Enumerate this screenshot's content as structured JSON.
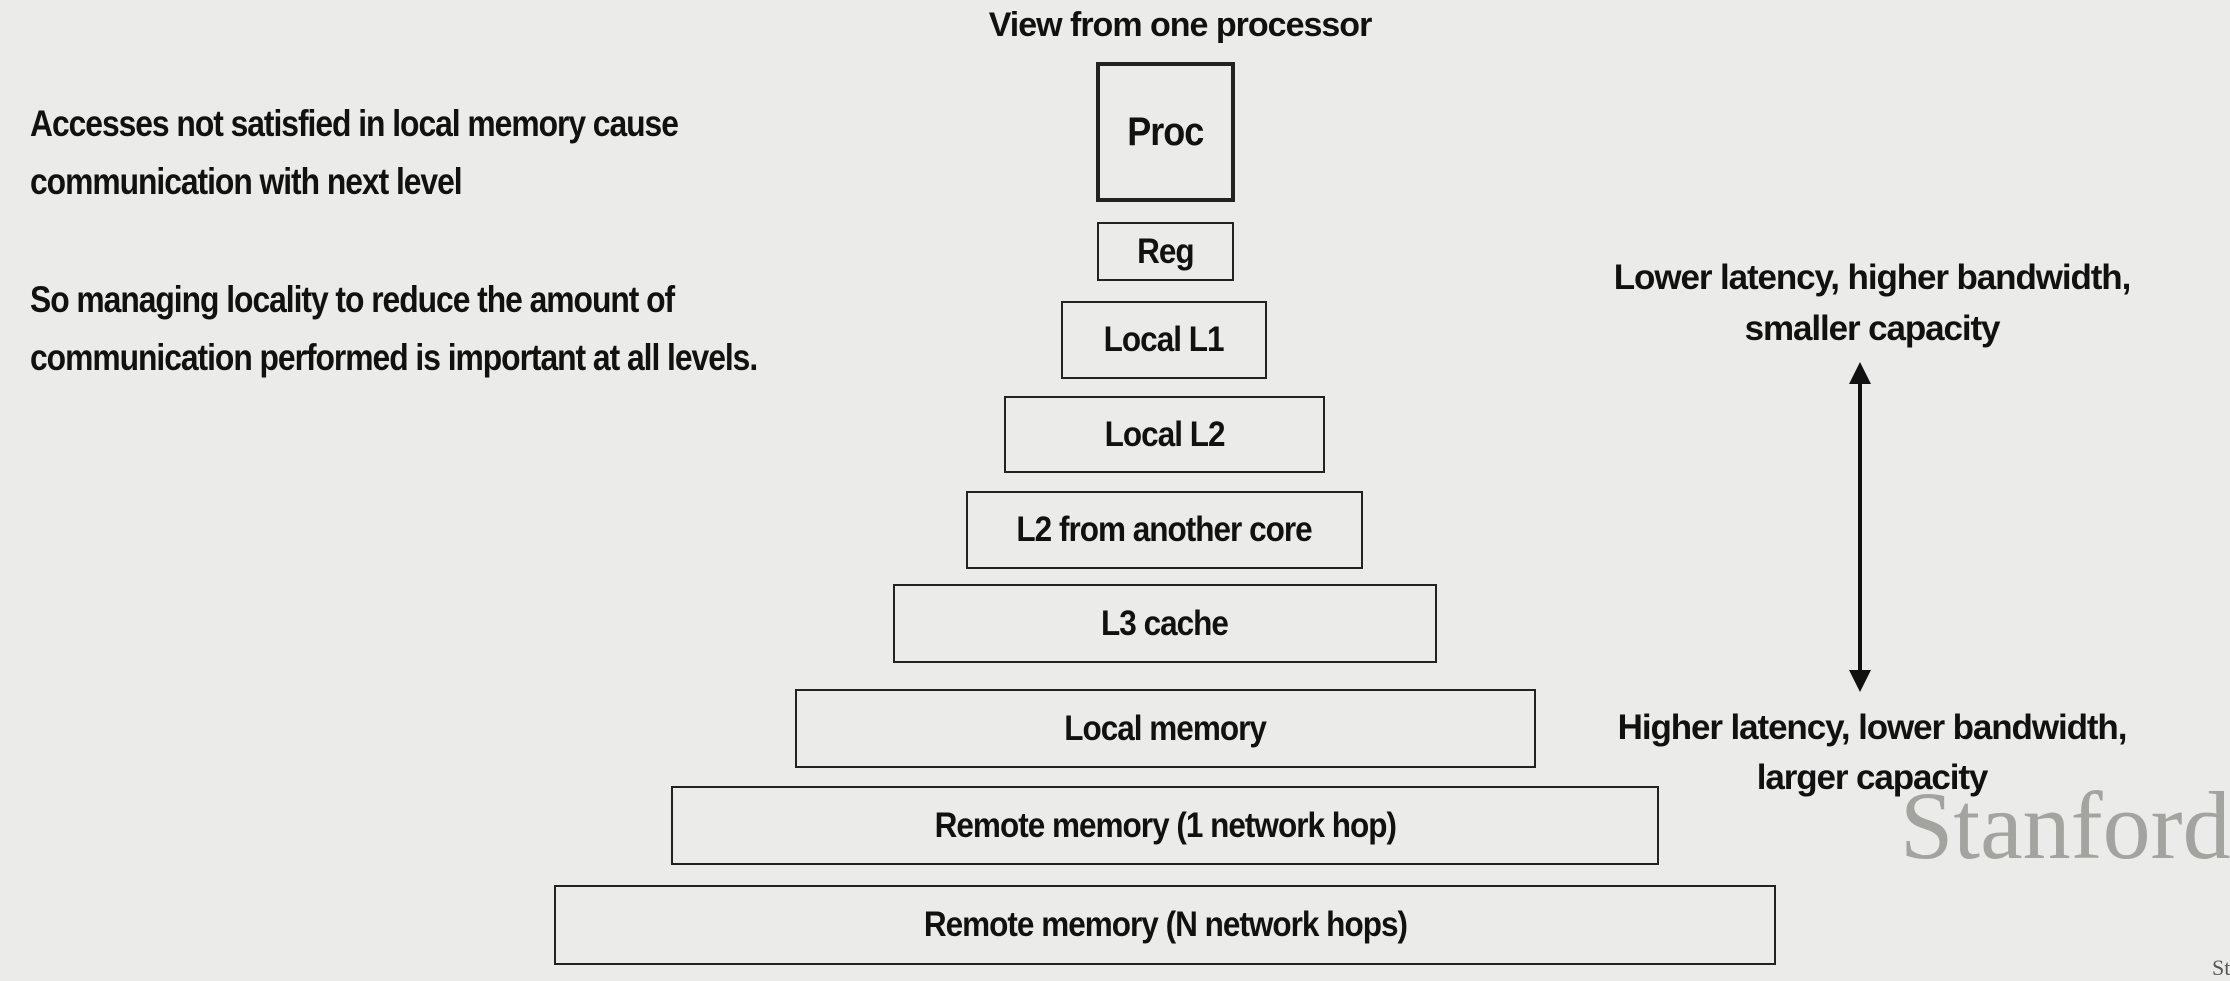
{
  "left_text": {
    "para1_line1": "Accesses not satisfied in local memory cause",
    "para1_line2": "communication with next level",
    "para2_line1": "So managing locality to reduce the amount of",
    "para2_line2": "communication performed is important at all levels."
  },
  "hierarchy": {
    "title": "View from one processor",
    "proc": "Proc",
    "levels": [
      "Reg",
      "Local L1",
      "Local L2",
      "L2 from another core",
      "L3 cache",
      "Local memory",
      "Remote memory (1 network hop)",
      "Remote memory (N network hops)"
    ]
  },
  "axis": {
    "top_line1": "Lower latency, higher bandwidth,",
    "top_line2": "smaller capacity",
    "bottom_line1": "Higher latency, lower bandwidth,",
    "bottom_line2": "larger capacity",
    "arrow_icon": "double-headed-vertical-arrow-icon"
  },
  "watermark": {
    "logo": "Stanford",
    "small": "St"
  }
}
